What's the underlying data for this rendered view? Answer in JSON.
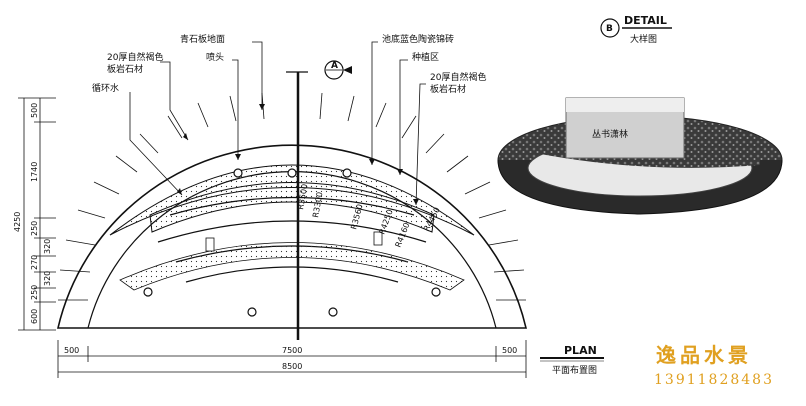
{
  "labels": {
    "stone_floor": "青石板地面",
    "nozzle": "喷头",
    "slab_left": "20厚自然褐色",
    "slab_left_2": "板岩石材",
    "circulating_water": "循环水",
    "pool_tiles": "池底蓝色陶瓷锦砖",
    "planting_area": "种植区",
    "slab_right": "20厚自然褐色",
    "slab_right_2": "板岩石材"
  },
  "section_marker": "A",
  "detail": {
    "marker": "B",
    "title": "DETAIL",
    "subtitle": "大样图",
    "stone_text": "丛书潇林"
  },
  "plan": {
    "title": "PLAN",
    "subtitle": "平面布置图"
  },
  "dimensions": {
    "vertical_total": "4250",
    "vertical_parts": [
      "500",
      "1740",
      "250",
      "320",
      "270",
      "320",
      "250",
      "600"
    ],
    "bottom_parts": [
      "500",
      "7500",
      "500"
    ],
    "bottom_total": "8500",
    "radii": [
      "R3500",
      "R3300",
      "R3560",
      "R4250",
      "R4160",
      "R4450"
    ]
  },
  "brand": {
    "name": "逸品水景",
    "phone": "13911828483",
    "color": "#e0a020"
  }
}
